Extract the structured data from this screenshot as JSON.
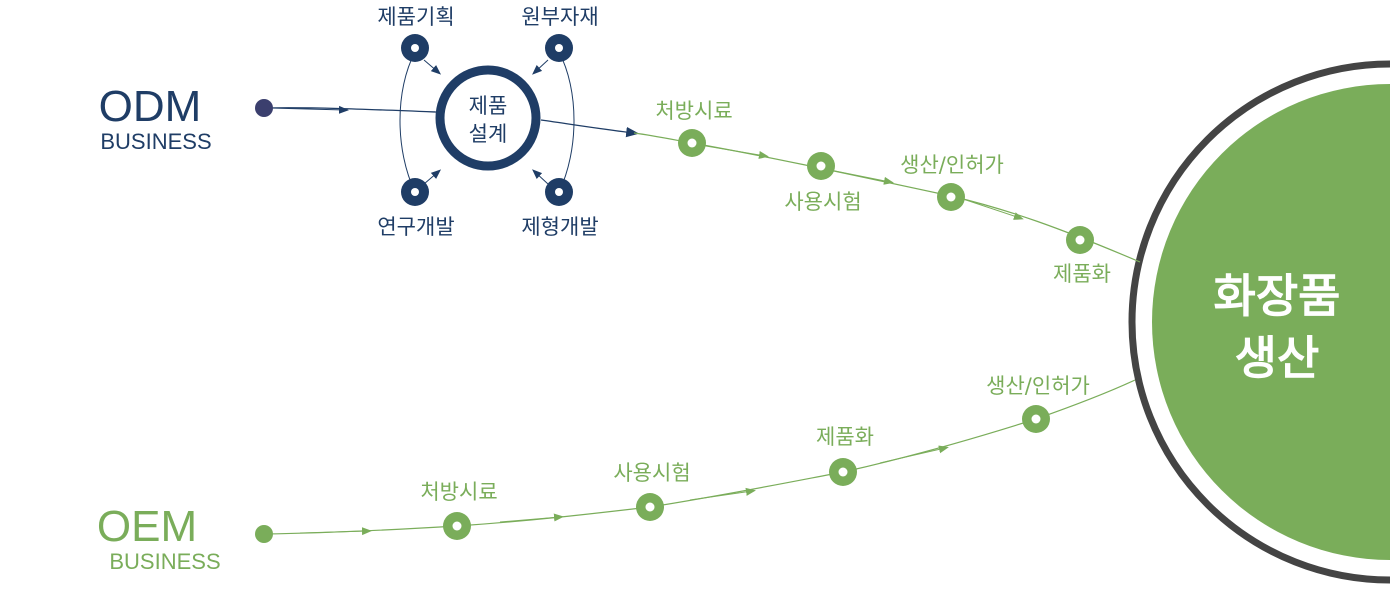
{
  "odm": {
    "title": "ODM",
    "subtitle": "BUSINESS",
    "design_hub": {
      "line1": "제품",
      "line2": "설계"
    },
    "satellites": [
      "제품기획",
      "원부자재",
      "연구개발",
      "제형개발"
    ],
    "steps": [
      "처방시료",
      "사용시험",
      "생산/인허가",
      "제품화"
    ]
  },
  "oem": {
    "title": "OEM",
    "subtitle": "BUSINESS",
    "steps": [
      "처방시료",
      "사용시험",
      "제품화",
      "생산/인허가"
    ]
  },
  "result": {
    "line1": "화장품",
    "line2": "생산"
  },
  "colors": {
    "navy": "#1f3d66",
    "green": "#7aad5a",
    "dark_ring": "#444444",
    "dot": "#3b3f6e"
  }
}
